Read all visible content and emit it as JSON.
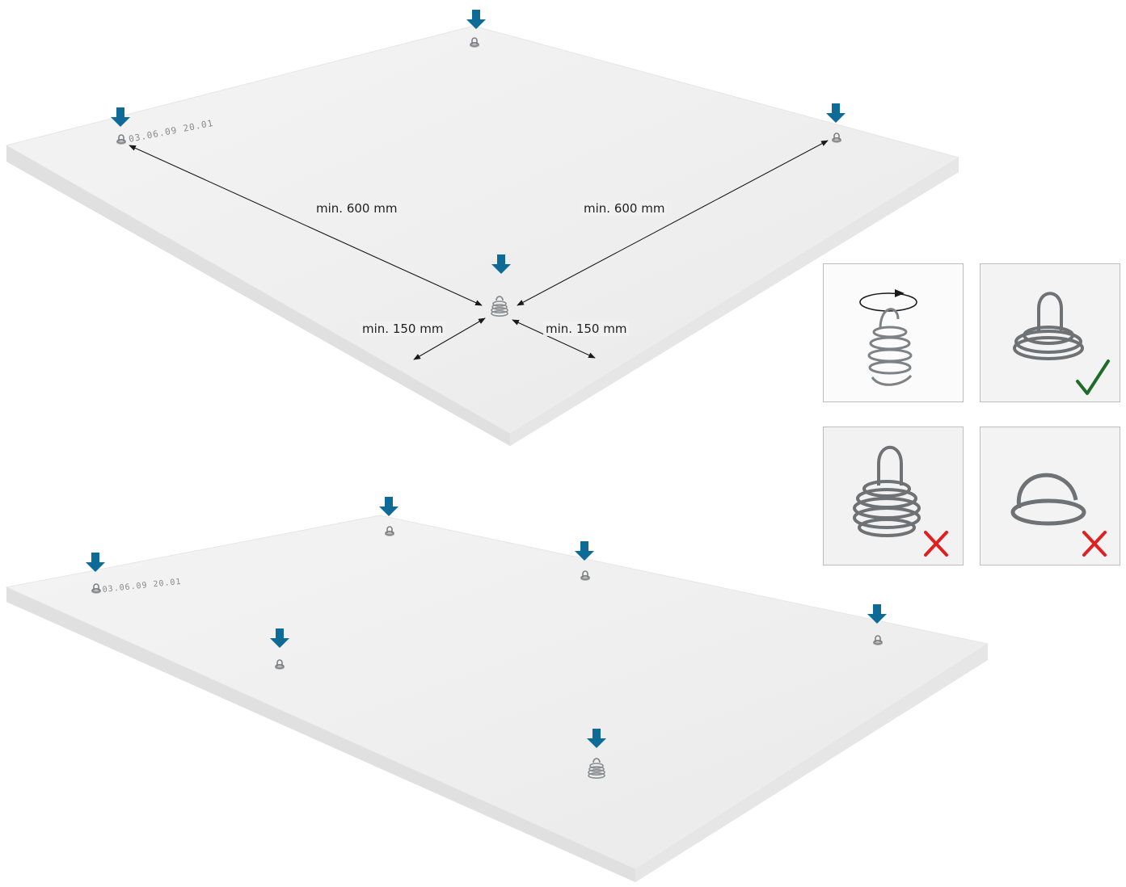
{
  "colors": {
    "marker_arrow": "#0e6a96",
    "check_mark": "#1f6b2a",
    "cross_mark": "#e02020",
    "board_top": "#efefef",
    "board_edge": "#e3e3e3",
    "spring": "#8a8d90"
  },
  "top_board": {
    "board_print": "03.06.09 20.01",
    "dimensions": {
      "left_long": "min. 600 mm",
      "right_long": "min. 600 mm",
      "left_short": "min. 150 mm",
      "right_short": "min. 150 mm"
    },
    "marker_icon": "down-arrow-icon"
  },
  "bottom_board": {
    "board_print": "03.06.09 20.01",
    "marker_icon": "down-arrow-icon"
  },
  "thumbnails": [
    {
      "name": "thumb-screw-in",
      "icon": "rotate-arrow-icon",
      "status": "instruction"
    },
    {
      "name": "thumb-correct",
      "icon": "check-icon",
      "status": "correct"
    },
    {
      "name": "thumb-wrong-too-high",
      "icon": "cross-icon",
      "status": "wrong"
    },
    {
      "name": "thumb-wrong-too-deep",
      "icon": "cross-icon",
      "status": "wrong"
    }
  ]
}
